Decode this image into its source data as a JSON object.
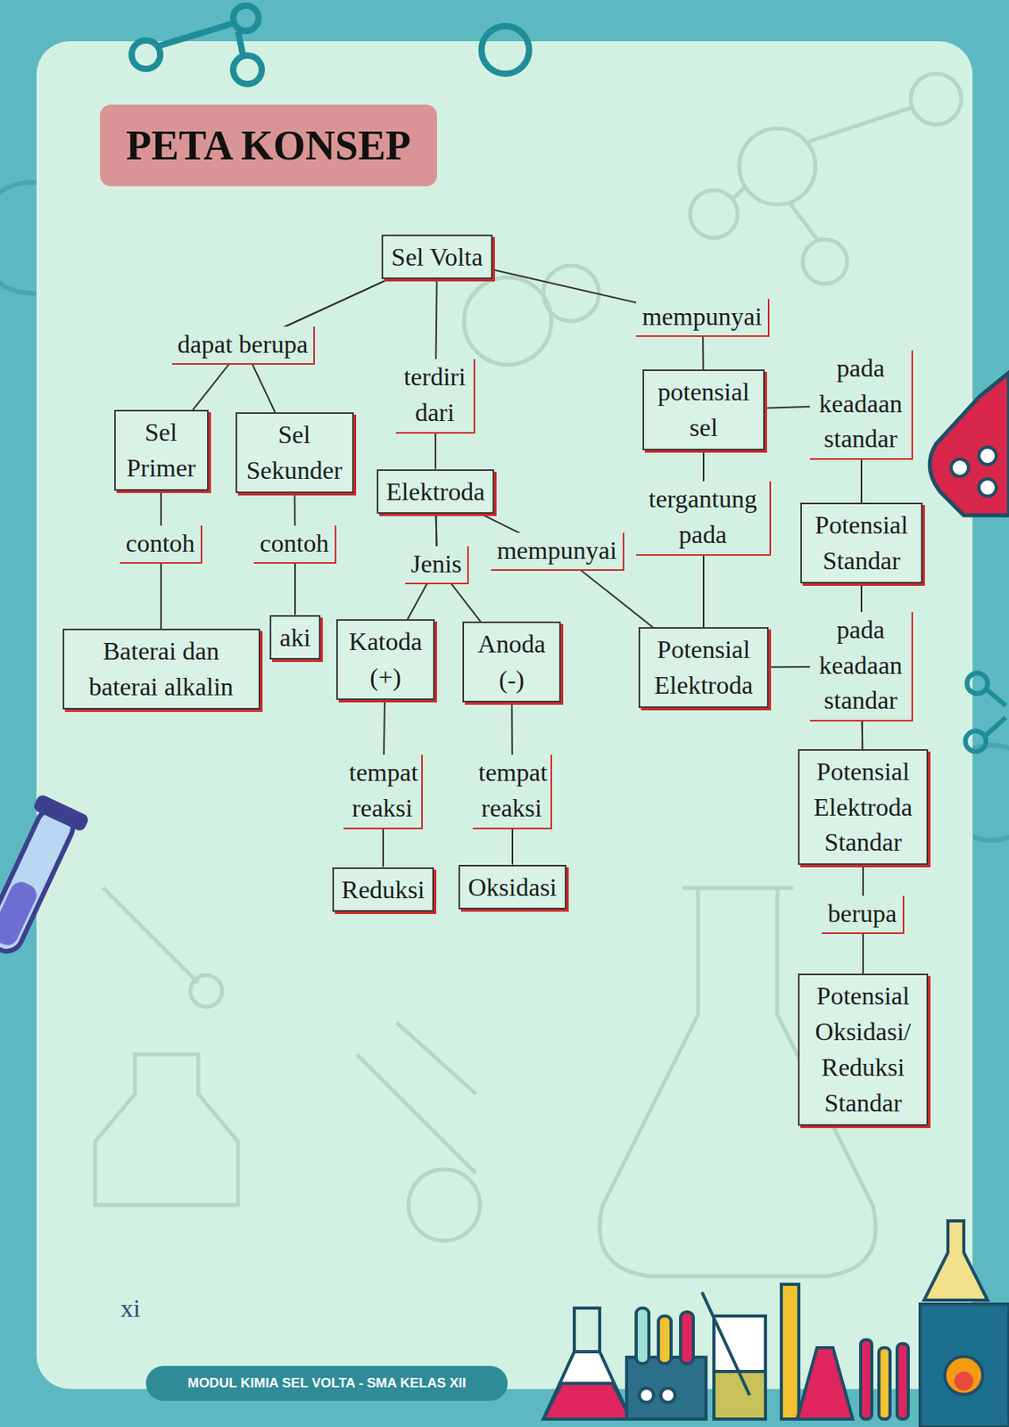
{
  "diagram": {
    "title": "PETA KONSEP",
    "nodes": [
      {
        "text": [
          "Sel Volta"
        ]
      },
      {
        "text": [
          "Sel Primer"
        ]
      },
      {
        "text": [
          "Sel Sekunder"
        ]
      },
      {
        "text": [
          "Baterai dan baterai alkalin"
        ]
      },
      {
        "text": [
          "aki"
        ]
      },
      {
        "text": [
          "Elektroda"
        ]
      },
      {
        "text": [
          "Katoda (+)"
        ]
      },
      {
        "text": [
          "Anoda (-)"
        ]
      },
      {
        "text": [
          "Reduksi"
        ]
      },
      {
        "text": [
          "Oksidasi"
        ]
      },
      {
        "text": [
          "potensial sel"
        ]
      },
      {
        "text": [
          "Potensial Elektroda"
        ]
      },
      {
        "text": [
          "Potensial Standar"
        ]
      },
      {
        "text": [
          "Potensial Elektroda Standar"
        ]
      },
      {
        "text": [
          "Potensial Oksidasi/ Reduksi Standar"
        ]
      }
    ],
    "edges": [
      {
        "from": 0,
        "to": 1,
        "label": "dapat berupa",
        "arrow": "none"
      },
      {
        "from": 0,
        "to": 2,
        "arrow": "none"
      },
      {
        "from": 1,
        "to": 3,
        "label": "contoh",
        "arrow": "none"
      },
      {
        "from": 2,
        "to": 4,
        "label": "contoh",
        "arrow": "none"
      },
      {
        "from": 0,
        "to": 5,
        "label": "terdiri dari",
        "arrow": "none"
      },
      {
        "from": 5,
        "to": 6,
        "label": "Jenis",
        "arrow": "none"
      },
      {
        "from": 5,
        "to": 7,
        "arrow": "none"
      },
      {
        "from": 6,
        "to": 8,
        "label": "tempat reaksi",
        "arrow": "none"
      },
      {
        "from": 7,
        "to": 9,
        "label": "tempat reaksi",
        "arrow": "none"
      },
      {
        "from": 0,
        "to": 10,
        "label": "mempunyai",
        "arrow": "none"
      },
      {
        "from": 5,
        "to": 11,
        "label": "mempunyai",
        "arrow": "none"
      },
      {
        "from": 10,
        "to": 11,
        "label": "tergantung pada",
        "arrow": "none"
      },
      {
        "from": 10,
        "to": 12,
        "label": "pada keadaan standar",
        "arrow": "none"
      },
      {
        "from": 11,
        "to": 13,
        "label": "pada keadaan standar",
        "arrow": "none"
      },
      {
        "from": 12,
        "to": 13,
        "arrow": "none"
      },
      {
        "from": 13,
        "to": 14,
        "label": "berupa",
        "arrow": "none"
      }
    ],
    "labels": [
      "xi",
      "MODUL KIMIA SEL VOLTA - SMA KELAS XII"
    ]
  }
}
